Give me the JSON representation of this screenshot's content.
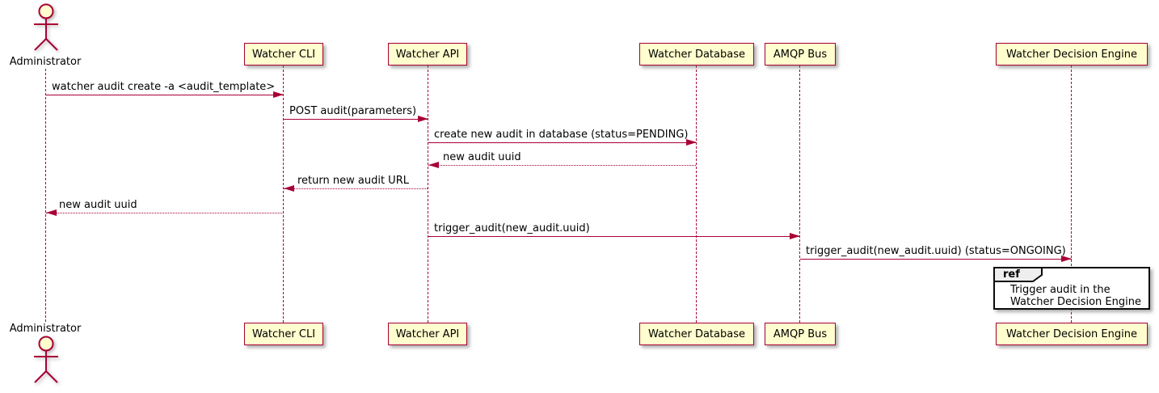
{
  "diagram_type": "sequence-diagram",
  "colors": {
    "participant_fill": "#FEFECE",
    "stroke": "#A80036",
    "arrow": "#A80036",
    "ref_tab_fill": "#EEEEEE",
    "ref_border": "#0b0b0b",
    "text": "#000000",
    "background": "#ffffff"
  },
  "actor": {
    "label": "Administrator"
  },
  "participants": [
    {
      "label": "Watcher CLI"
    },
    {
      "label": "Watcher API"
    },
    {
      "label": "Watcher Database"
    },
    {
      "label": "AMQP Bus"
    },
    {
      "label": "Watcher Decision Engine"
    }
  ],
  "messages": [
    {
      "label": "watcher audit create -a <audit_template>",
      "from": "Administrator",
      "to": "Watcher CLI",
      "line": "solid",
      "direction": "right"
    },
    {
      "label": "POST audit(parameters)",
      "from": "Watcher CLI",
      "to": "Watcher API",
      "line": "solid",
      "direction": "right"
    },
    {
      "label": "create new audit in database (status=PENDING)",
      "from": "Watcher API",
      "to": "Watcher Database",
      "line": "solid",
      "direction": "right"
    },
    {
      "label": "new audit uuid",
      "from": "Watcher Database",
      "to": "Watcher API",
      "line": "dotted",
      "direction": "left"
    },
    {
      "label": "return new audit URL",
      "from": "Watcher API",
      "to": "Watcher CLI",
      "line": "dotted",
      "direction": "left"
    },
    {
      "label": "new audit uuid",
      "from": "Watcher CLI",
      "to": "Administrator",
      "line": "dotted",
      "direction": "left"
    },
    {
      "label": "trigger_audit(new_audit.uuid)",
      "from": "Watcher API",
      "to": "AMQP Bus",
      "line": "solid",
      "direction": "right"
    },
    {
      "label": "trigger_audit(new_audit.uuid) (status=ONGOING)",
      "from": "AMQP Bus",
      "to": "Watcher Decision Engine",
      "line": "solid",
      "direction": "right"
    }
  ],
  "ref_fragment": {
    "tag": "ref",
    "line1": "Trigger audit in the",
    "line2": "Watcher Decision Engine"
  }
}
